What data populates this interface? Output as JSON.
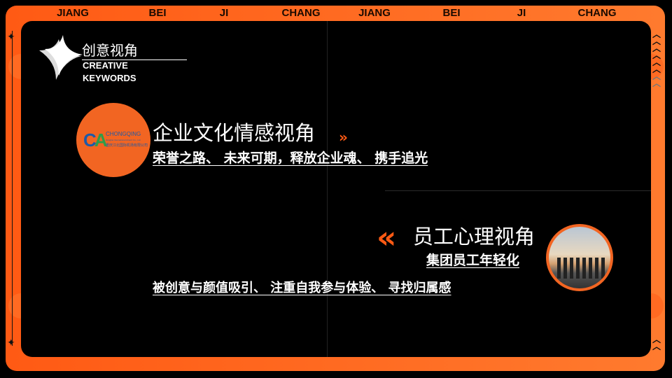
{
  "top_strip": [
    "JIANG",
    "BEI",
    "JI",
    "CHANG",
    "JIANG",
    "BEI",
    "JI",
    "CHANG"
  ],
  "header": {
    "title": "创意视角",
    "keywords_line1": "CREATIVE",
    "keywords_line2": "KEYWORDS"
  },
  "section1": {
    "heading": "企业文化情感视角",
    "subtitle": "荣誉之路、 未来可期，释放企业魂、 携手追光",
    "logo": {
      "name": "CHONGQING",
      "english": "Jiangbei International Airport Co., Ltd.",
      "chinese": "重庆江北国际机场有限公司"
    }
  },
  "section2": {
    "heading": "员工心理视角",
    "subtitle": "集团员工年轻化",
    "detail": "被创意与颜值吸引、 注重自我参与体验、 寻找归属感"
  },
  "colors": {
    "accent": "#ff5a14",
    "background": "#000000",
    "text": "#ffffff"
  }
}
